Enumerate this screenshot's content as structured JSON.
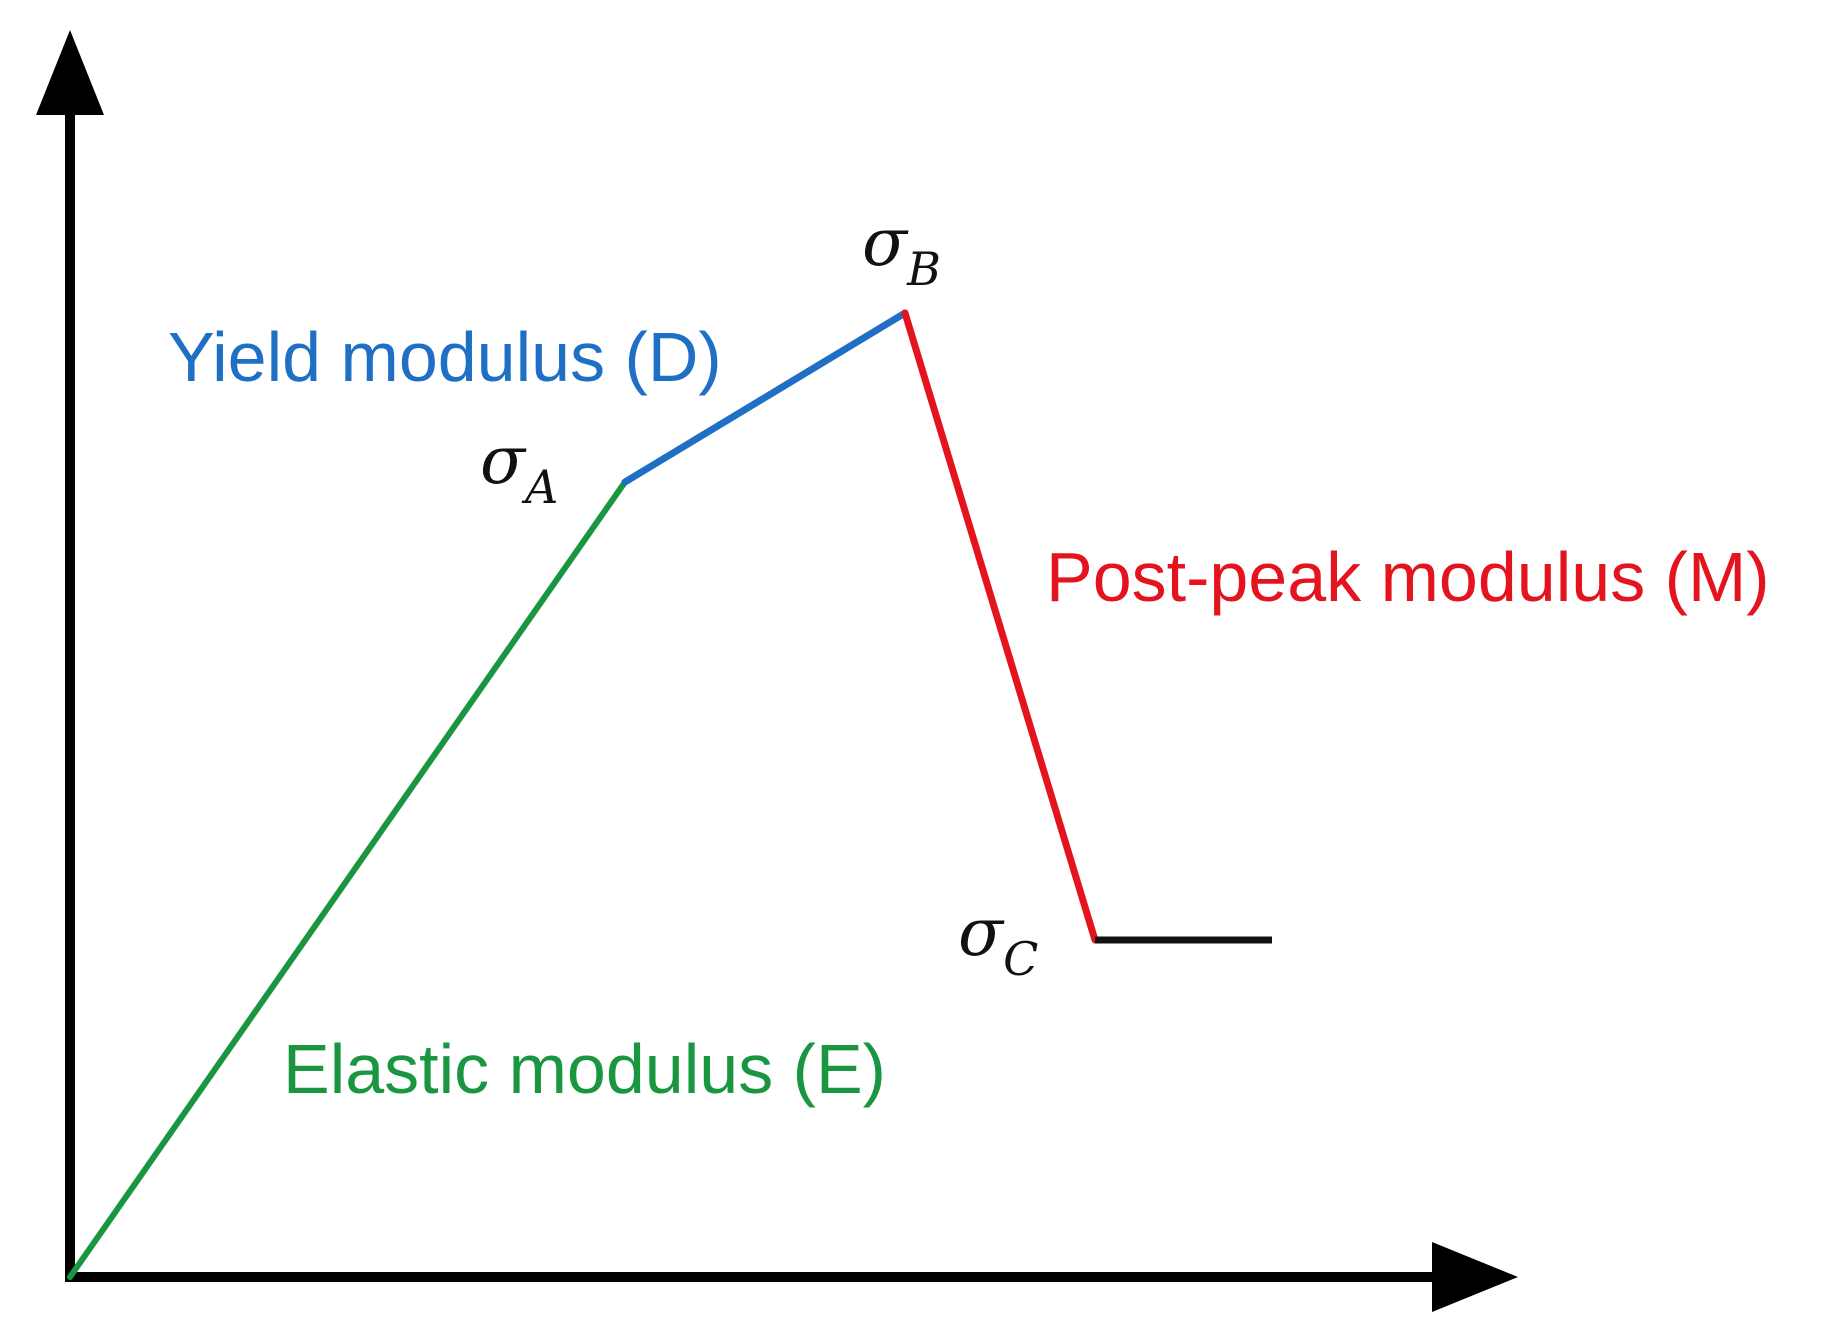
{
  "diagram": {
    "segments": [
      {
        "id": "elastic",
        "label": "Elastic modulus (E)",
        "color": "#1a9641"
      },
      {
        "id": "yield",
        "label": "Yield modulus (D)",
        "color": "#1f6fc5"
      },
      {
        "id": "post_peak",
        "label": "Post-peak modulus (M)",
        "color": "#e3141d"
      },
      {
        "id": "residual",
        "label": "",
        "color": "#111111"
      }
    ],
    "points": [
      {
        "id": "A",
        "symbol": "σ",
        "subscript": "A"
      },
      {
        "id": "B",
        "symbol": "σ",
        "subscript": "B"
      },
      {
        "id": "C",
        "symbol": "σ",
        "subscript": "C"
      }
    ],
    "axes_color": "#000000"
  }
}
